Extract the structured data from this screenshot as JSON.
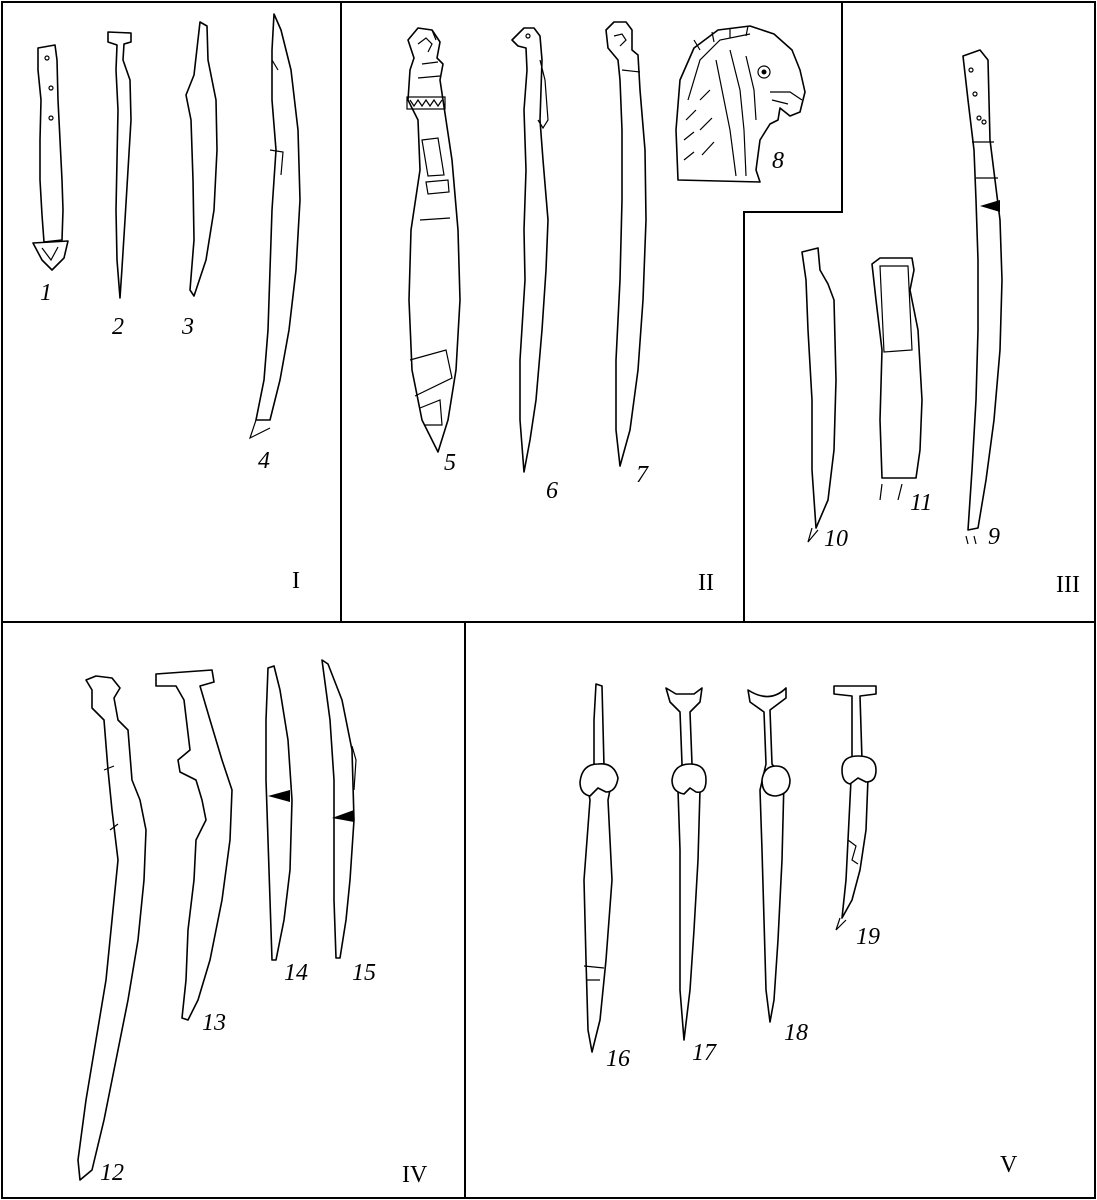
{
  "panels": [
    {
      "roman": "I"
    },
    {
      "roman": "II"
    },
    {
      "roman": "III"
    },
    {
      "roman": "IV"
    },
    {
      "roman": "V"
    }
  ],
  "figures": {
    "f1": "1",
    "f2": "2",
    "f3": "3",
    "f4": "4",
    "f5": "5",
    "f6": "6",
    "f7": "7",
    "f8": "8",
    "f9": "9",
    "f10": "10",
    "f11": "11",
    "f12": "12",
    "f13": "13",
    "f14": "14",
    "f15": "15",
    "f16": "16",
    "f17": "17",
    "f18": "18",
    "f19": "19"
  },
  "colors": {
    "line": "#000000",
    "background": "#ffffff"
  }
}
